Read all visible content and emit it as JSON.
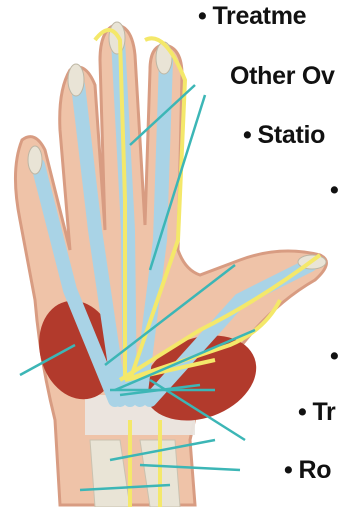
{
  "labels": [
    {
      "id": "treatme",
      "bullet": "•",
      "text": "Treatme"
    },
    {
      "id": "other-ov",
      "bullet": "",
      "text": "Other Ov"
    },
    {
      "id": "statio",
      "bullet": "•",
      "text": "Statio"
    },
    {
      "id": "bullet-only-1",
      "bullet": "•",
      "text": ""
    },
    {
      "id": "bullet-only-2",
      "bullet": "•",
      "text": ""
    },
    {
      "id": "tr",
      "bullet": "•",
      "text": "Tr"
    },
    {
      "id": "ro",
      "bullet": "•",
      "text": "Ro"
    }
  ],
  "colors": {
    "skin": "#efc3a8",
    "skin_shadow": "#d89c82",
    "bone": "#e9e4d6",
    "tendon": "#a9d3e6",
    "nerve": "#f4e86a",
    "muscle": "#b23a2c",
    "pointer": "#3cb6b6"
  }
}
